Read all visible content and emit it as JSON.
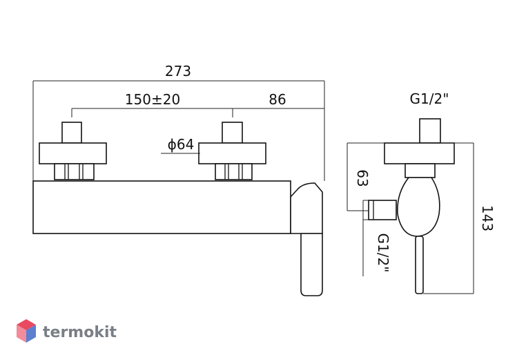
{
  "front_view": {
    "dim_total": "273",
    "dim_center": "150±20",
    "dim_side": "86",
    "dim_flange": "ϕ64"
  },
  "side_view": {
    "dim_thread_top": "G1/2\"",
    "dim_height_outlet": "63",
    "dim_thread_side": "G1/2\"",
    "dim_total_height": "143"
  },
  "logo": {
    "text": "termokit",
    "colors": {
      "top": "#e84a5f",
      "left": "#f28c9a",
      "right": "#5b7fd1"
    }
  }
}
